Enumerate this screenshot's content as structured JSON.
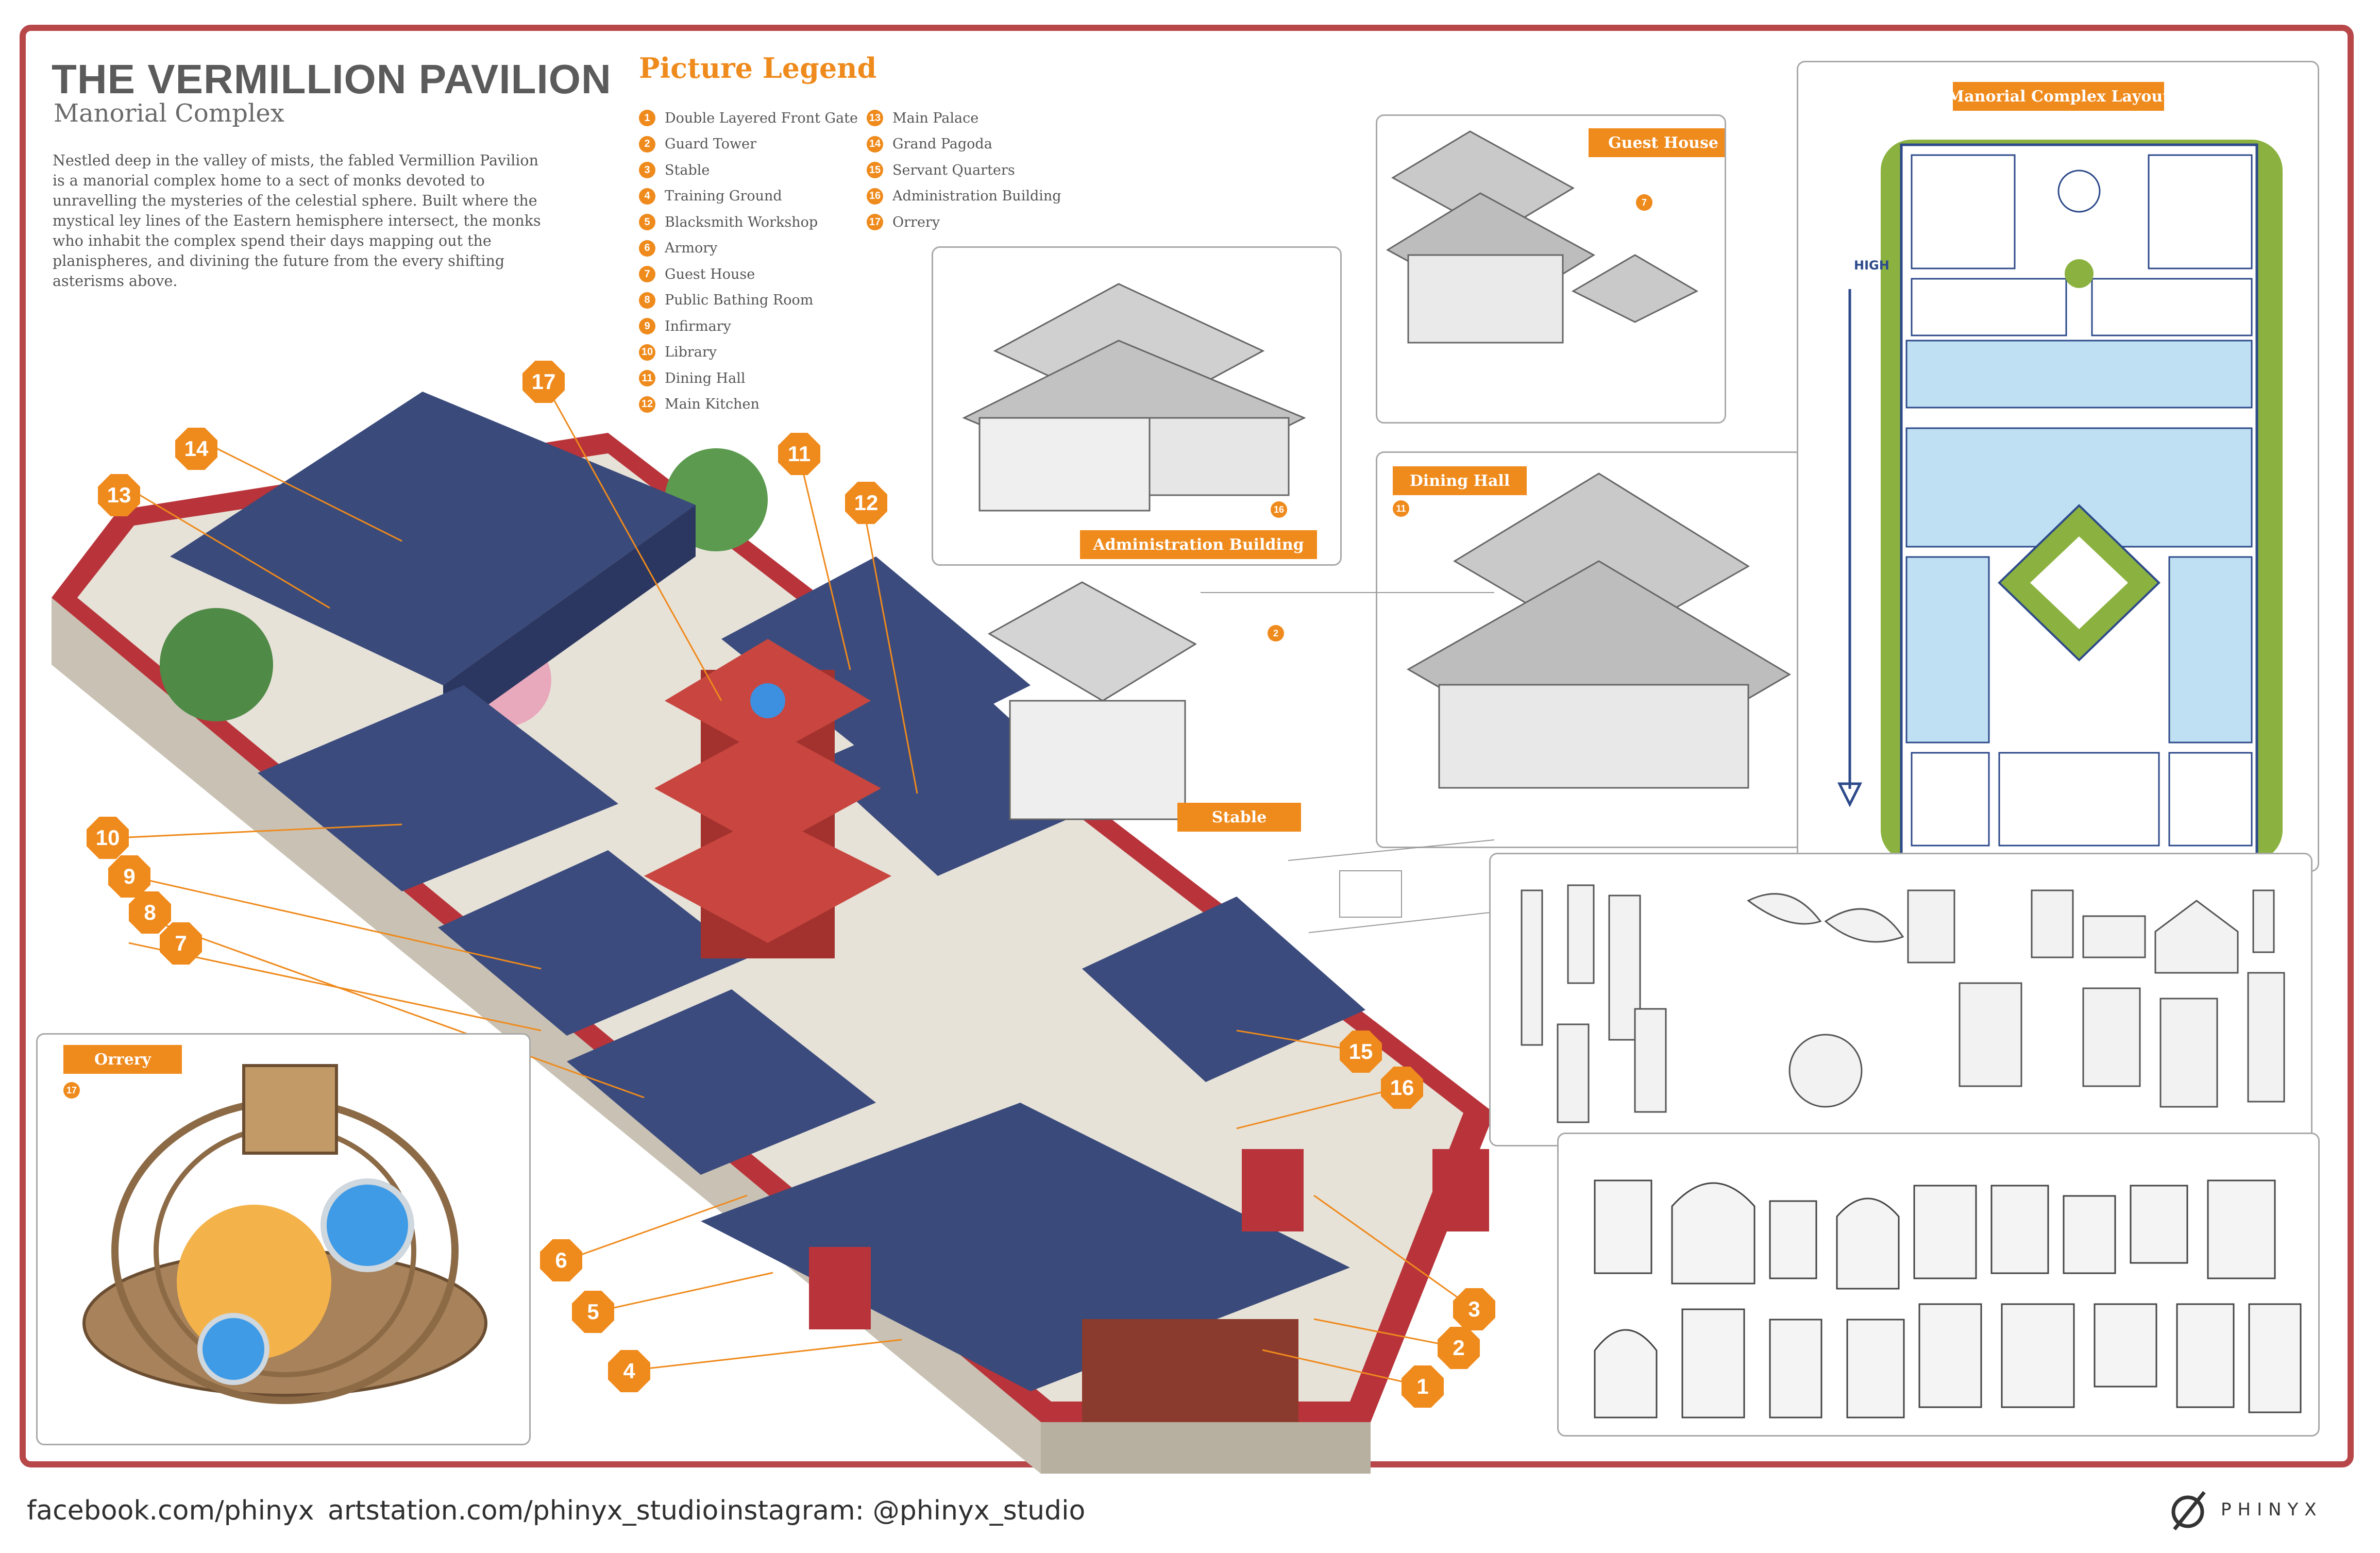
{
  "title": "THE VERMILLION PAVILION",
  "subtitle": "Manorial Complex",
  "description": "Nestled deep in the valley of mists, the fabled Vermillion Pavilion is a manorial complex home to a sect of monks devoted to unravelling the mysteries of the celestial sphere. Built where the mystical ley lines of the Eastern hemisphere intersect, the monks who inhabit the complex spend their days mapping out the planispheres, and divining the future from the every shifting asterisms above.",
  "legend": {
    "title": "Picture Legend",
    "items": [
      {
        "num": "1",
        "label": "Double Layered Front Gate"
      },
      {
        "num": "2",
        "label": "Guard Tower"
      },
      {
        "num": "3",
        "label": "Stable"
      },
      {
        "num": "4",
        "label": "Training Ground"
      },
      {
        "num": "5",
        "label": "Blacksmith Workshop"
      },
      {
        "num": "6",
        "label": "Armory"
      },
      {
        "num": "7",
        "label": "Guest House"
      },
      {
        "num": "8",
        "label": "Public Bathing Room"
      },
      {
        "num": "9",
        "label": "Infirmary"
      },
      {
        "num": "10",
        "label": "Library"
      },
      {
        "num": "11",
        "label": "Dining Hall"
      },
      {
        "num": "12",
        "label": "Main Kitchen"
      },
      {
        "num": "13",
        "label": "Main Palace"
      },
      {
        "num": "14",
        "label": "Grand Pagoda"
      },
      {
        "num": "15",
        "label": "Servant Quarters"
      },
      {
        "num": "16",
        "label": "Administration Building"
      },
      {
        "num": "17",
        "label": "Orrery"
      }
    ]
  },
  "panels": {
    "administration": {
      "label": "Administration Building",
      "num": "16"
    },
    "guest_house": {
      "label": "Guest House",
      "num": "7"
    },
    "dining_hall": {
      "label": "Dining Hall",
      "num": "11"
    },
    "stable": {
      "label": "Stable",
      "num": "2"
    },
    "layout": {
      "label": "Manorial Complex Layout",
      "arrow_text": "HIGH"
    },
    "orrery": {
      "label": "Orrery",
      "num": "17"
    }
  },
  "callouts": [
    "17",
    "14",
    "13",
    "11",
    "12",
    "10",
    "9",
    "8",
    "7",
    "6",
    "5",
    "4",
    "15",
    "16",
    "3",
    "2",
    "1"
  ],
  "footer": {
    "facebook": "facebook.com/phinyx",
    "artstation": "artstation.com/phinyx_studio",
    "instagram": "instagram: @phinyx_studio",
    "brand": "PHINYX"
  },
  "colors": {
    "accent": "#ef8a1c",
    "frame": "#b8474a",
    "roof": "#3a4a7a",
    "wall": "#b8343a"
  }
}
